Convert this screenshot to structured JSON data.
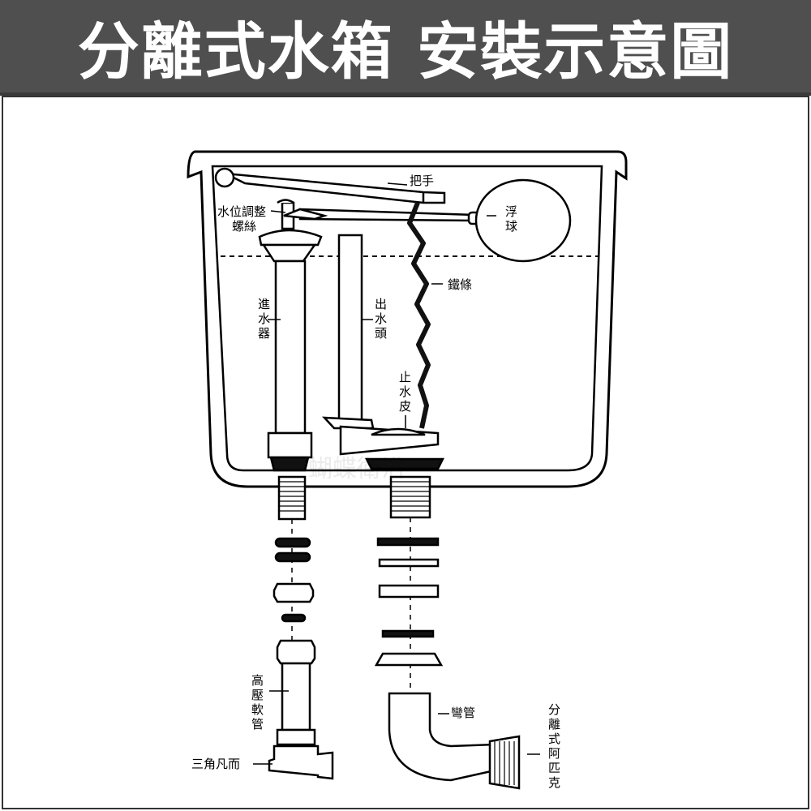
{
  "title": "分離式水箱 安裝示意圖",
  "labels": {
    "handle": "把手",
    "level_screw": "水位調整\n螺絲",
    "float": "浮球",
    "chain": "鐵條",
    "inlet_valve": "進水器",
    "outlet": "出水頭",
    "flapper": "止水皮",
    "hose": "高壓軟管",
    "angle_valve": "三角凡而",
    "elbow": "彎管",
    "adapter": "分離式阿匹克"
  },
  "watermark": "蝴蝶衛浴",
  "colors": {
    "title_bg": "#4f4f4f",
    "title_text": "#ffffff",
    "line": "#000000",
    "part_black": "#111111"
  }
}
